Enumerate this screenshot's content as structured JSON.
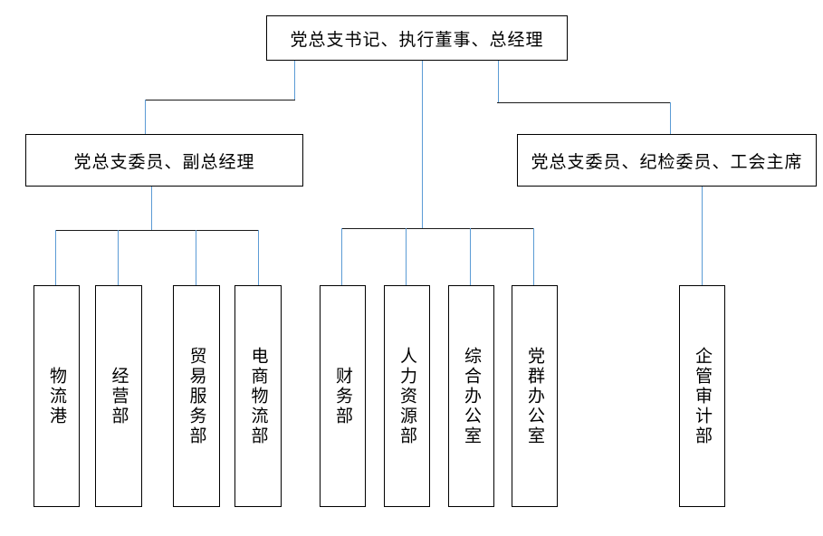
{
  "chart_data": {
    "type": "diagram",
    "title": "",
    "diagram_kind": "organization-chart",
    "orientation": "top-down",
    "line_colors": {
      "vertical": "#5b9bd5",
      "horizontal": "#1a1a1a",
      "box_border": "#000000"
    },
    "levels": 3
  },
  "org": {
    "top": {
      "label": "党总支书记、执行董事、总经理",
      "text_direction": "horizontal"
    },
    "second_level": [
      {
        "id": "deputy-gm",
        "label": "党总支委员、副总经理",
        "text_direction": "horizontal"
      },
      {
        "id": "discipline-union",
        "label": "党总支委员、纪检委员、工会主席",
        "text_direction": "horizontal"
      }
    ],
    "departments": {
      "group_left": [
        {
          "id": "logistics-port",
          "label": "物流港",
          "text_direction": "vertical"
        },
        {
          "id": "operations-dept",
          "label": "经营部",
          "text_direction": "vertical"
        },
        {
          "id": "trade-service-dept",
          "label": "贸易服务部",
          "text_direction": "vertical"
        },
        {
          "id": "ecommerce-logistics-dept",
          "label": "电商物流部",
          "text_direction": "vertical"
        }
      ],
      "group_middle": [
        {
          "id": "finance-dept",
          "label": "财务部",
          "text_direction": "vertical"
        },
        {
          "id": "human-resources-dept",
          "label": "人力资源部",
          "text_direction": "vertical"
        },
        {
          "id": "general-office",
          "label": "综合办公室",
          "text_direction": "vertical"
        },
        {
          "id": "party-mass-office",
          "label": "党群办公室",
          "text_direction": "vertical"
        }
      ],
      "group_right": [
        {
          "id": "enterprise-audit-dept",
          "label": "企管审计部",
          "text_direction": "vertical"
        }
      ]
    }
  }
}
